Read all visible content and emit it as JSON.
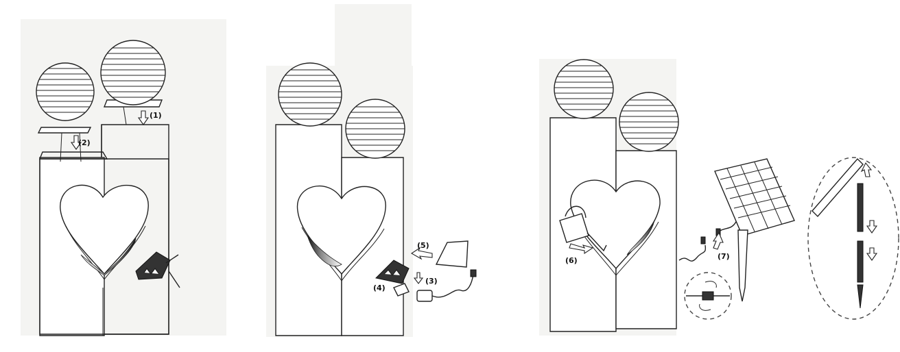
{
  "step_labels": {
    "s1": "(1)",
    "s2": "(2)",
    "s3": "(3)",
    "s4": "(4)",
    "s5": "(5)",
    "s6": "(6)",
    "s7": "(7)"
  }
}
